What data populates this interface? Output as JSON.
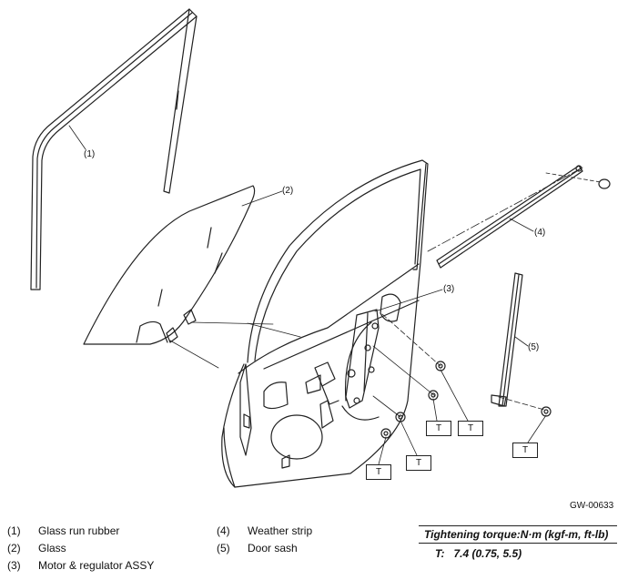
{
  "diagram": {
    "callouts": [
      "(1)",
      "(2)",
      "(3)",
      "(4)",
      "(5)"
    ],
    "torque_mark": "T",
    "figure_id": "GW-00633"
  },
  "legend": {
    "items": [
      {
        "num": "(1)",
        "label": "Glass run rubber"
      },
      {
        "num": "(2)",
        "label": "Glass"
      },
      {
        "num": "(3)",
        "label": "Motor & regulator ASSY"
      },
      {
        "num": "(4)",
        "label": "Weather strip"
      },
      {
        "num": "(5)",
        "label": "Door sash"
      }
    ]
  },
  "torque": {
    "heading": "Tightening torque:N·m (kgf-m, ft-lb)",
    "symbol": "T:",
    "value": "7.4 (0.75, 5.5)"
  }
}
